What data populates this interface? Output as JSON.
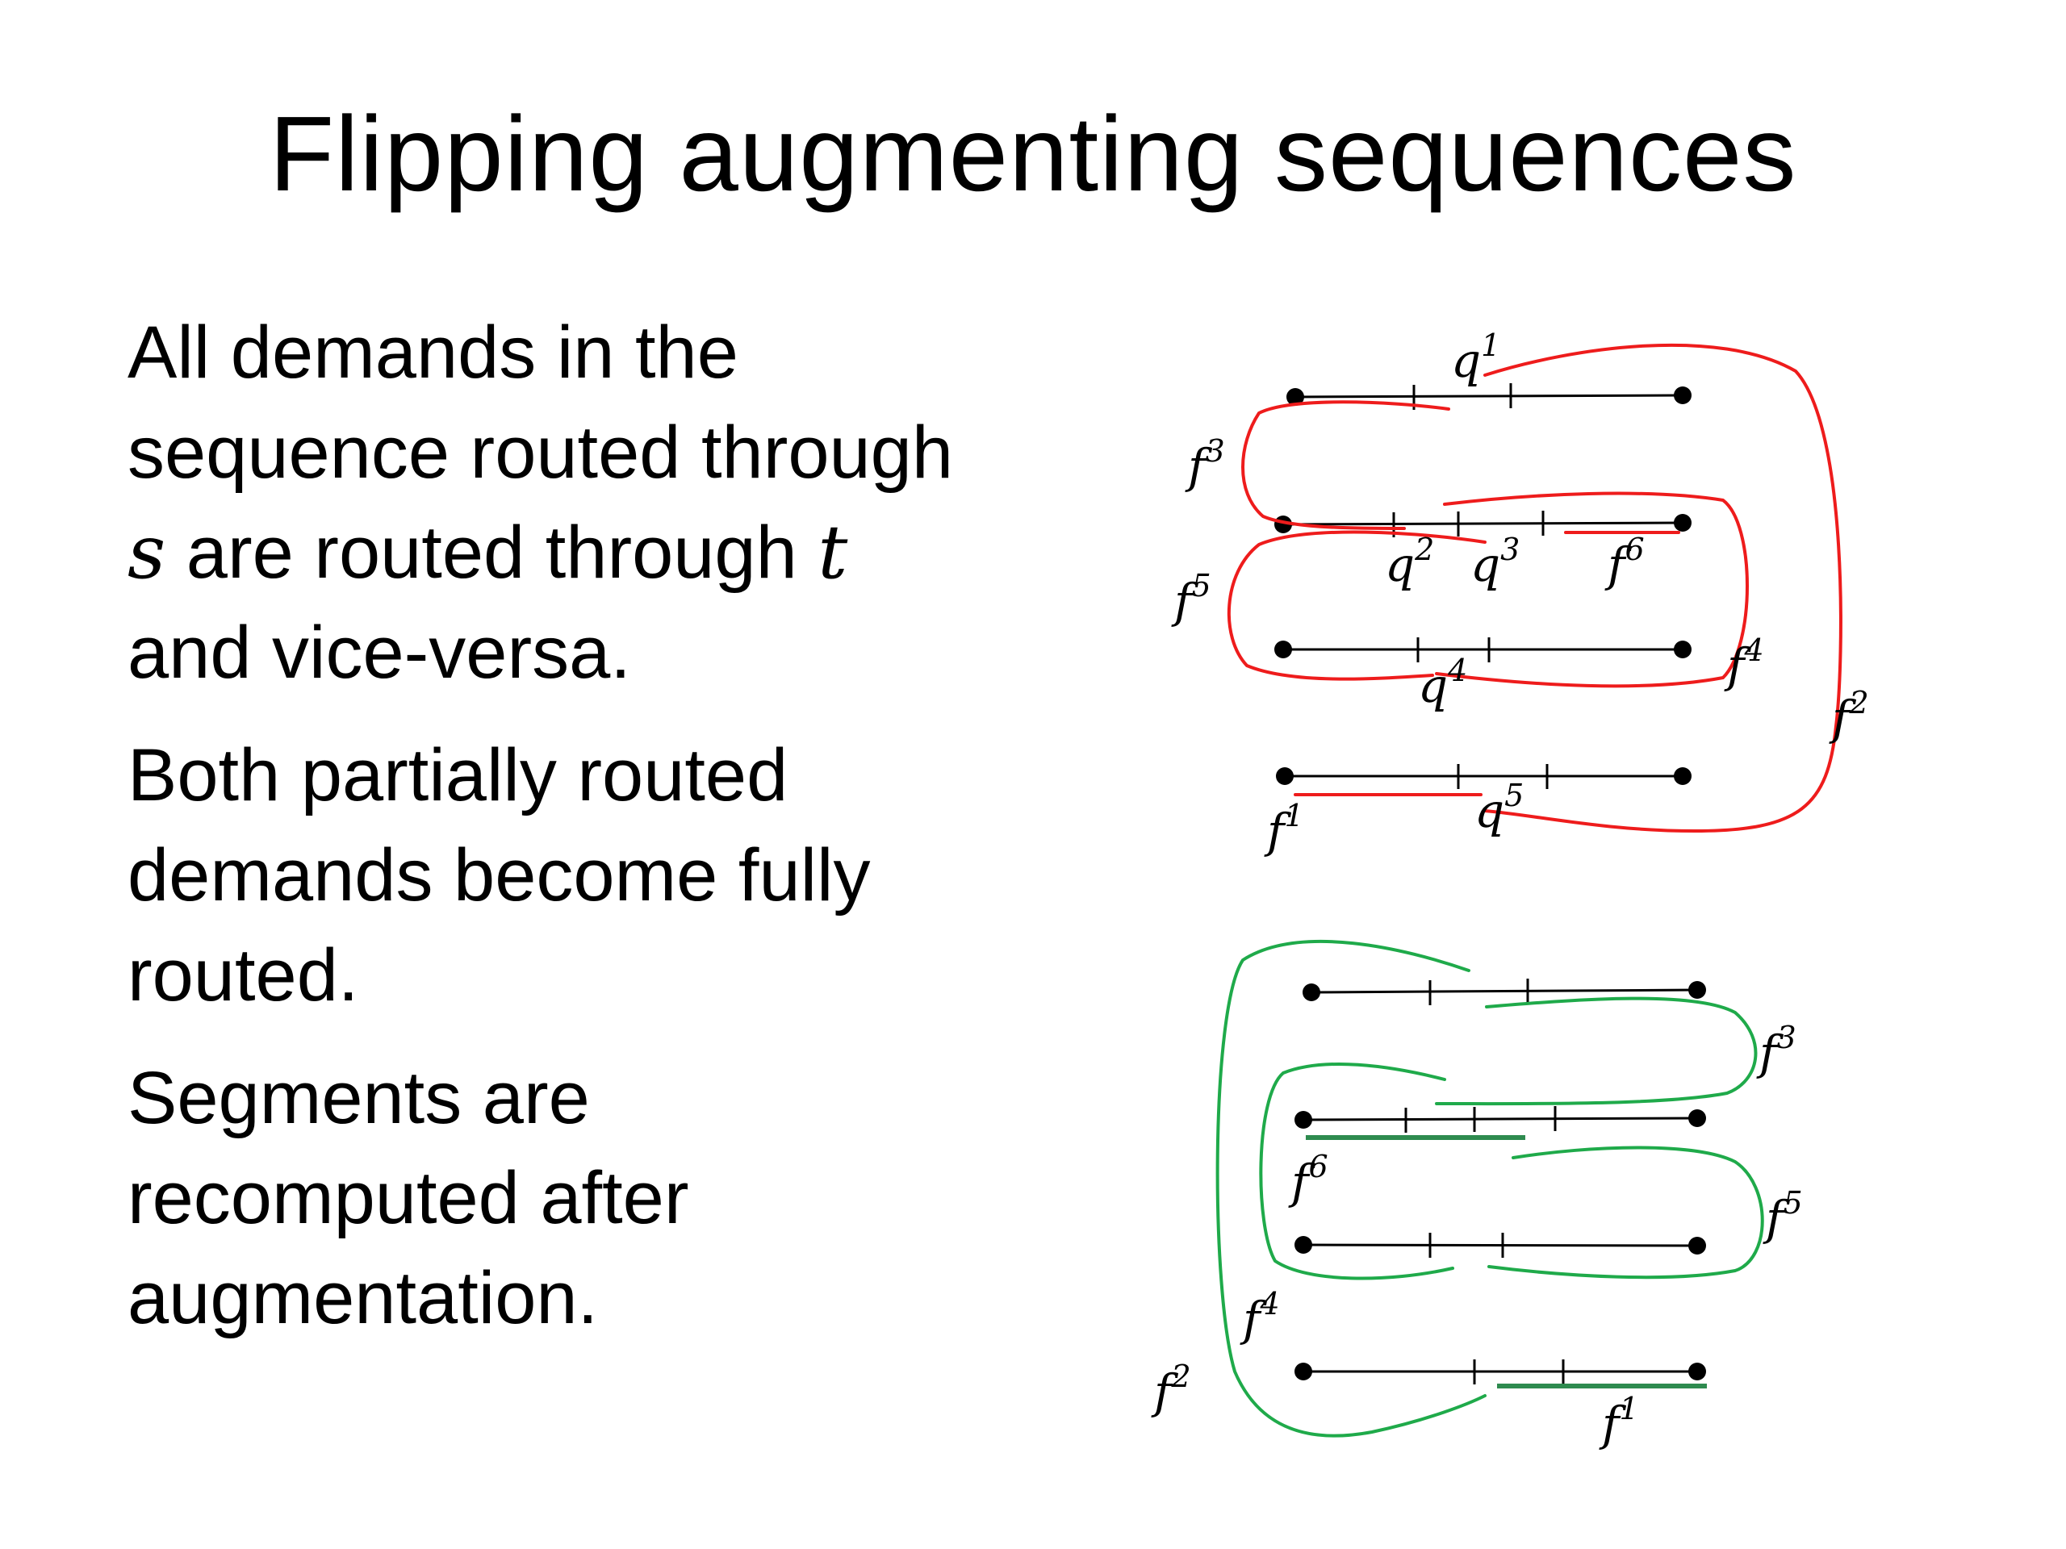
{
  "slide": {
    "title": "Flipping augmenting sequences",
    "bullets": [
      {
        "id": "b1",
        "lines": [
          "All demands in the",
          "sequence routed through",
          "s are routed through t",
          "and vice-versa."
        ],
        "math_line": {
          "s": "s",
          "mid": " are routed through ",
          "t": "t"
        }
      },
      {
        "id": "b2",
        "lines": [
          "Both partially routed",
          "demands become fully",
          "routed."
        ]
      },
      {
        "id": "b3",
        "lines": [
          "Segments are",
          "recomputed after",
          "augmentation."
        ]
      }
    ]
  },
  "diagram": {
    "colors": {
      "before": "#ee1c1c",
      "after": "#1faa4a",
      "after_segment": "#2e8b4f",
      "line": "#000000"
    },
    "top_labels": [
      {
        "base": "q",
        "sup": "1"
      },
      {
        "base": "f",
        "sup": "3"
      },
      {
        "base": "q",
        "sup": "2"
      },
      {
        "base": "q",
        "sup": "3"
      },
      {
        "base": "f",
        "sup": "6"
      },
      {
        "base": "f",
        "sup": "5"
      },
      {
        "base": "q",
        "sup": "4"
      },
      {
        "base": "f",
        "sup": "4"
      },
      {
        "base": "f",
        "sup": "2"
      },
      {
        "base": "f",
        "sup": "1"
      },
      {
        "base": "q",
        "sup": "5"
      }
    ],
    "bottom_labels": [
      {
        "base": "f",
        "sup": "3"
      },
      {
        "base": "f",
        "sup": "6"
      },
      {
        "base": "f",
        "sup": "5"
      },
      {
        "base": "f",
        "sup": "4"
      },
      {
        "base": "f",
        "sup": "2"
      },
      {
        "base": "f",
        "sup": "1"
      }
    ]
  }
}
